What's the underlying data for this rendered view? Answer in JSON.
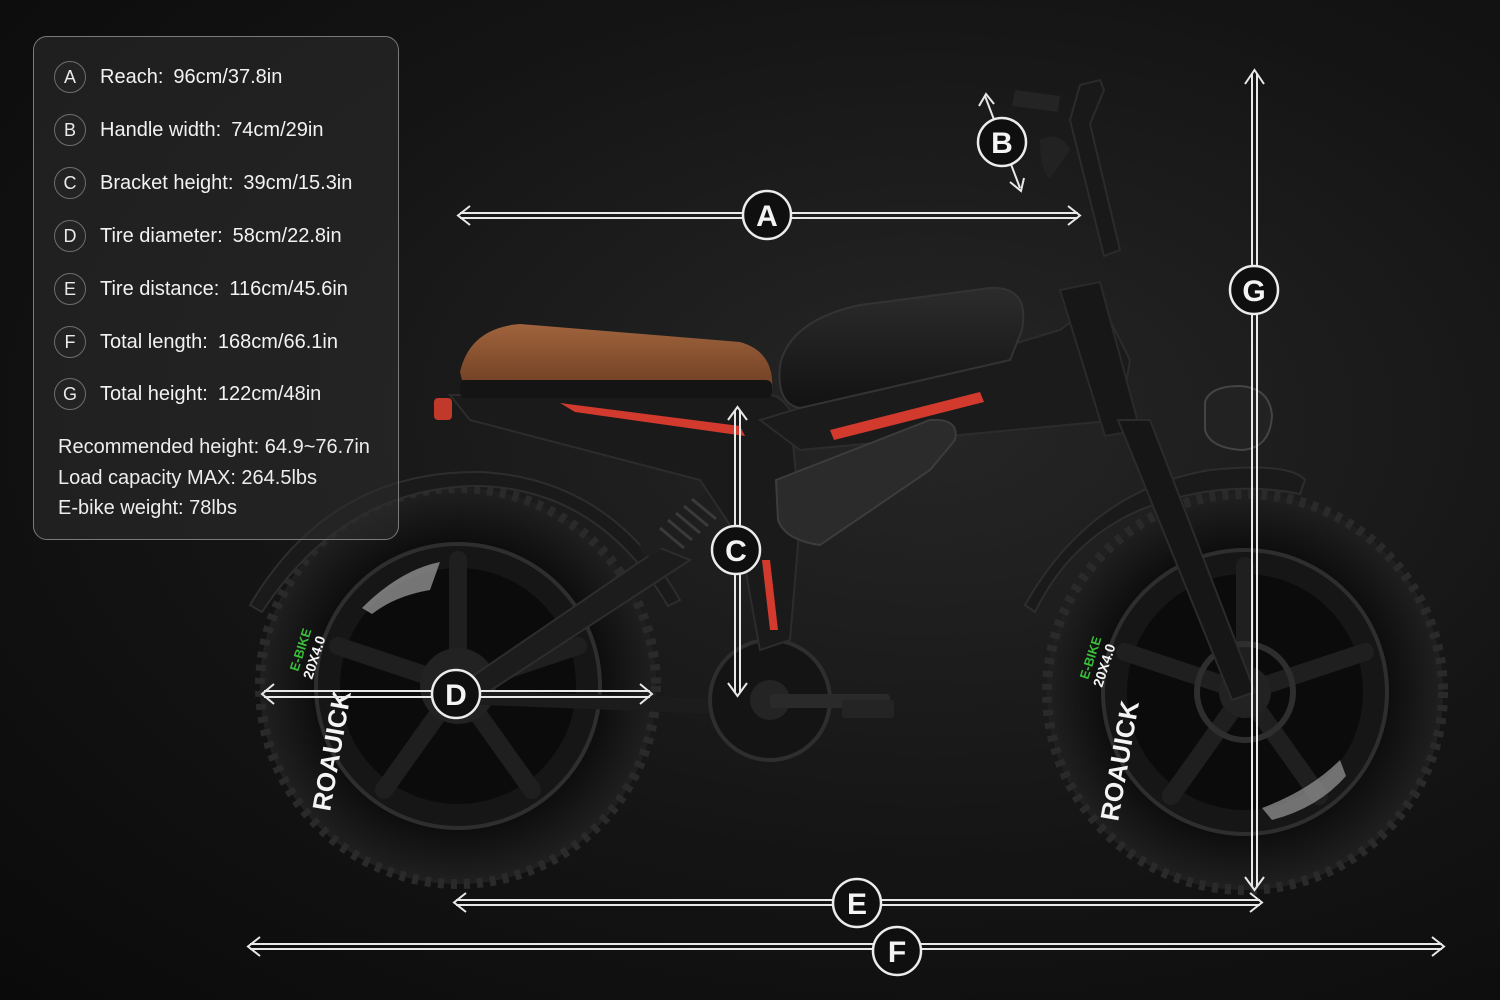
{
  "specs": [
    {
      "letter": "A",
      "label": "Reach:",
      "value": "96cm/37.8in"
    },
    {
      "letter": "B",
      "label": "Handle width:",
      "value": "74cm/29in"
    },
    {
      "letter": "C",
      "label": "Bracket height:",
      "value": "39cm/15.3in"
    },
    {
      "letter": "D",
      "label": "Tire diameter:",
      "value": "58cm/22.8in"
    },
    {
      "letter": "E",
      "label": "Tire distance:",
      "value": "116cm/45.6in"
    },
    {
      "letter": "F",
      "label": "Total length:",
      "value": "168cm/66.1in"
    },
    {
      "letter": "G",
      "label": "Total height:",
      "value": "122cm/48in"
    }
  ],
  "notes": [
    "Recommended height: 64.9~76.7in",
    "Load capacity MAX: 264.5lbs",
    "E-bike weight: 78lbs"
  ],
  "markers": [
    "A",
    "B",
    "C",
    "D",
    "E",
    "F",
    "G"
  ],
  "tire_brand": "ROAUICK",
  "tire_tag": "E-BIKE",
  "tire_size": "20X4.0",
  "colors": {
    "frame": "#1b1b1b",
    "seat": "#8a5231",
    "accent": "#d23a2e",
    "dimension_line": "#e8e8e8",
    "tag_green": "#3bbf3b"
  }
}
